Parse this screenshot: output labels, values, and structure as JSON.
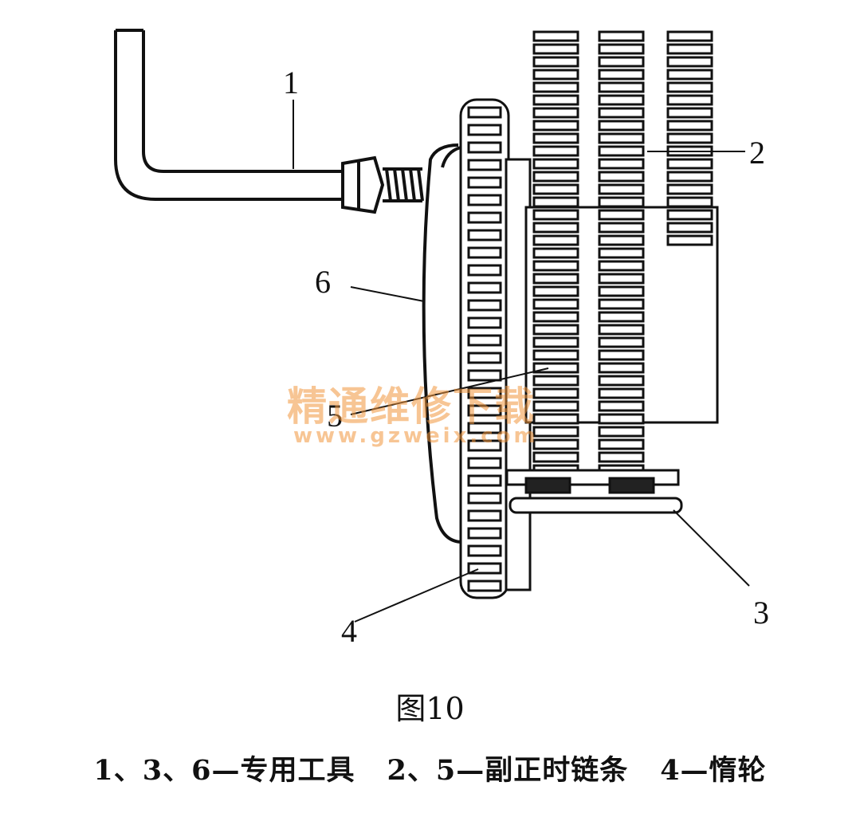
{
  "callouts": {
    "c1": "1",
    "c2": "2",
    "c3": "3",
    "c4": "4",
    "c5": "5",
    "c6": "6"
  },
  "figure_title": "图10",
  "legend": {
    "item1": "1、3、6—专用工具",
    "item2": "2、5—副正时链条",
    "item3": "4—惰轮"
  },
  "watermark": {
    "text": "精通维修下载",
    "url": "www.gzweix.com"
  },
  "colors": {
    "ink": "#111111",
    "watermark": "#f0963c"
  }
}
